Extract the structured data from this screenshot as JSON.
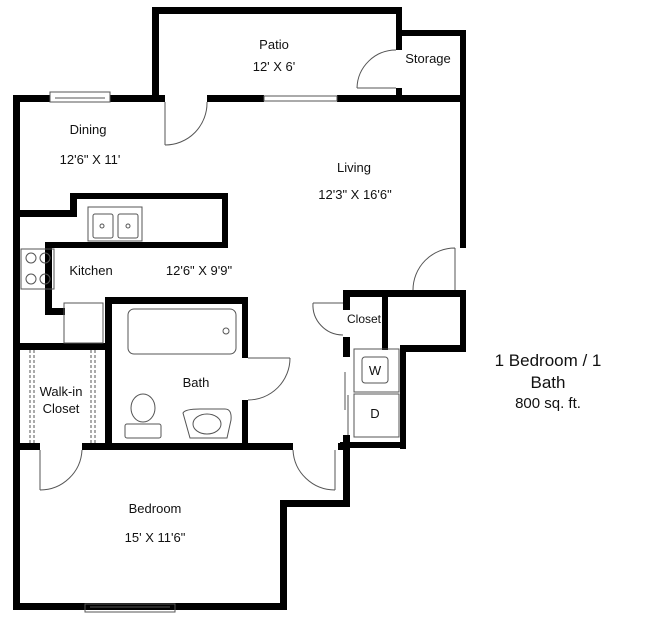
{
  "plan": {
    "title": "1 Bedroom / 1 Bath",
    "area": "800 sq. ft."
  },
  "rooms": {
    "patio": {
      "name": "Patio",
      "size": "12' X 6'"
    },
    "storage": {
      "name": "Storage"
    },
    "dining": {
      "name": "Dining",
      "size": "12'6\" X 11'"
    },
    "living": {
      "name": "Living",
      "size": "12'3\" X 16'6\""
    },
    "kitchen": {
      "name": "Kitchen",
      "size": "12'6\" X 9'9\""
    },
    "closet": {
      "name": "Closet"
    },
    "bath": {
      "name": "Bath"
    },
    "walkin": {
      "name": "Walk-in",
      "name2": "Closet"
    },
    "bedroom": {
      "name": "Bedroom",
      "size": "15' X 11'6\""
    }
  },
  "appliances": {
    "washer": "W",
    "dryer": "D"
  },
  "colors": {
    "wall": "#000000",
    "line": "#555555"
  }
}
